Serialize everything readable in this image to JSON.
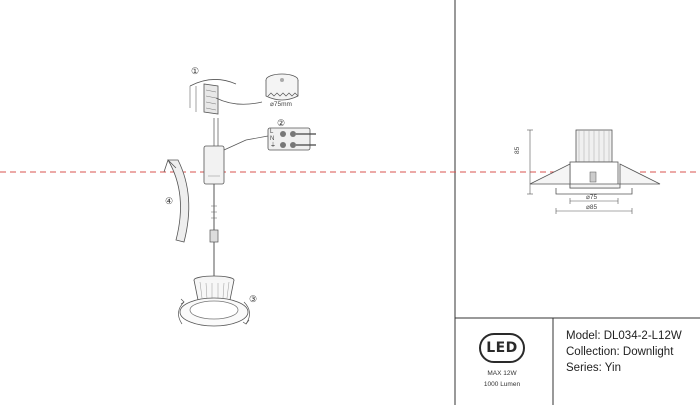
{
  "steps": {
    "step1": "①",
    "step2": "②",
    "step3": "③",
    "step4": "④"
  },
  "hole_label": "⌀75mm",
  "terminal_letters": [
    "L",
    "N",
    "⏚"
  ],
  "dimensions": {
    "height": "85",
    "cutout": "⌀75",
    "outer": "⌀85"
  },
  "badge": {
    "logo": "LED",
    "max_power": "MAX 12W",
    "lumen": "1000 Lumen"
  },
  "info": {
    "model": "Model: DL034-2-L12W",
    "collection": "Collection: Downlight",
    "series": "Series: Yin"
  },
  "colors": {
    "guide_line": "#d9534f",
    "frame": "#333333"
  }
}
